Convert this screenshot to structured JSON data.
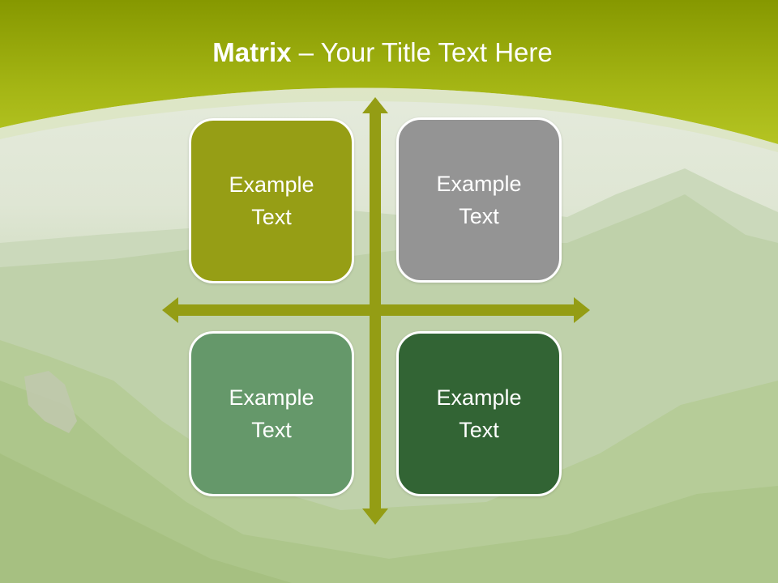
{
  "slide": {
    "title_bold": "Matrix",
    "title_rest": " – Your Title Text Here"
  },
  "quadrants": [
    {
      "label": "Example Text",
      "color": "#969e15"
    },
    {
      "label": "Example Text",
      "color": "#949494"
    },
    {
      "label": "Example Text",
      "color": "#65986a"
    },
    {
      "label": "Example Text",
      "color": "#326434"
    }
  ],
  "colors": {
    "banner": "#a7b81a",
    "axis": "#949d14",
    "background": "#c7d7b4"
  }
}
